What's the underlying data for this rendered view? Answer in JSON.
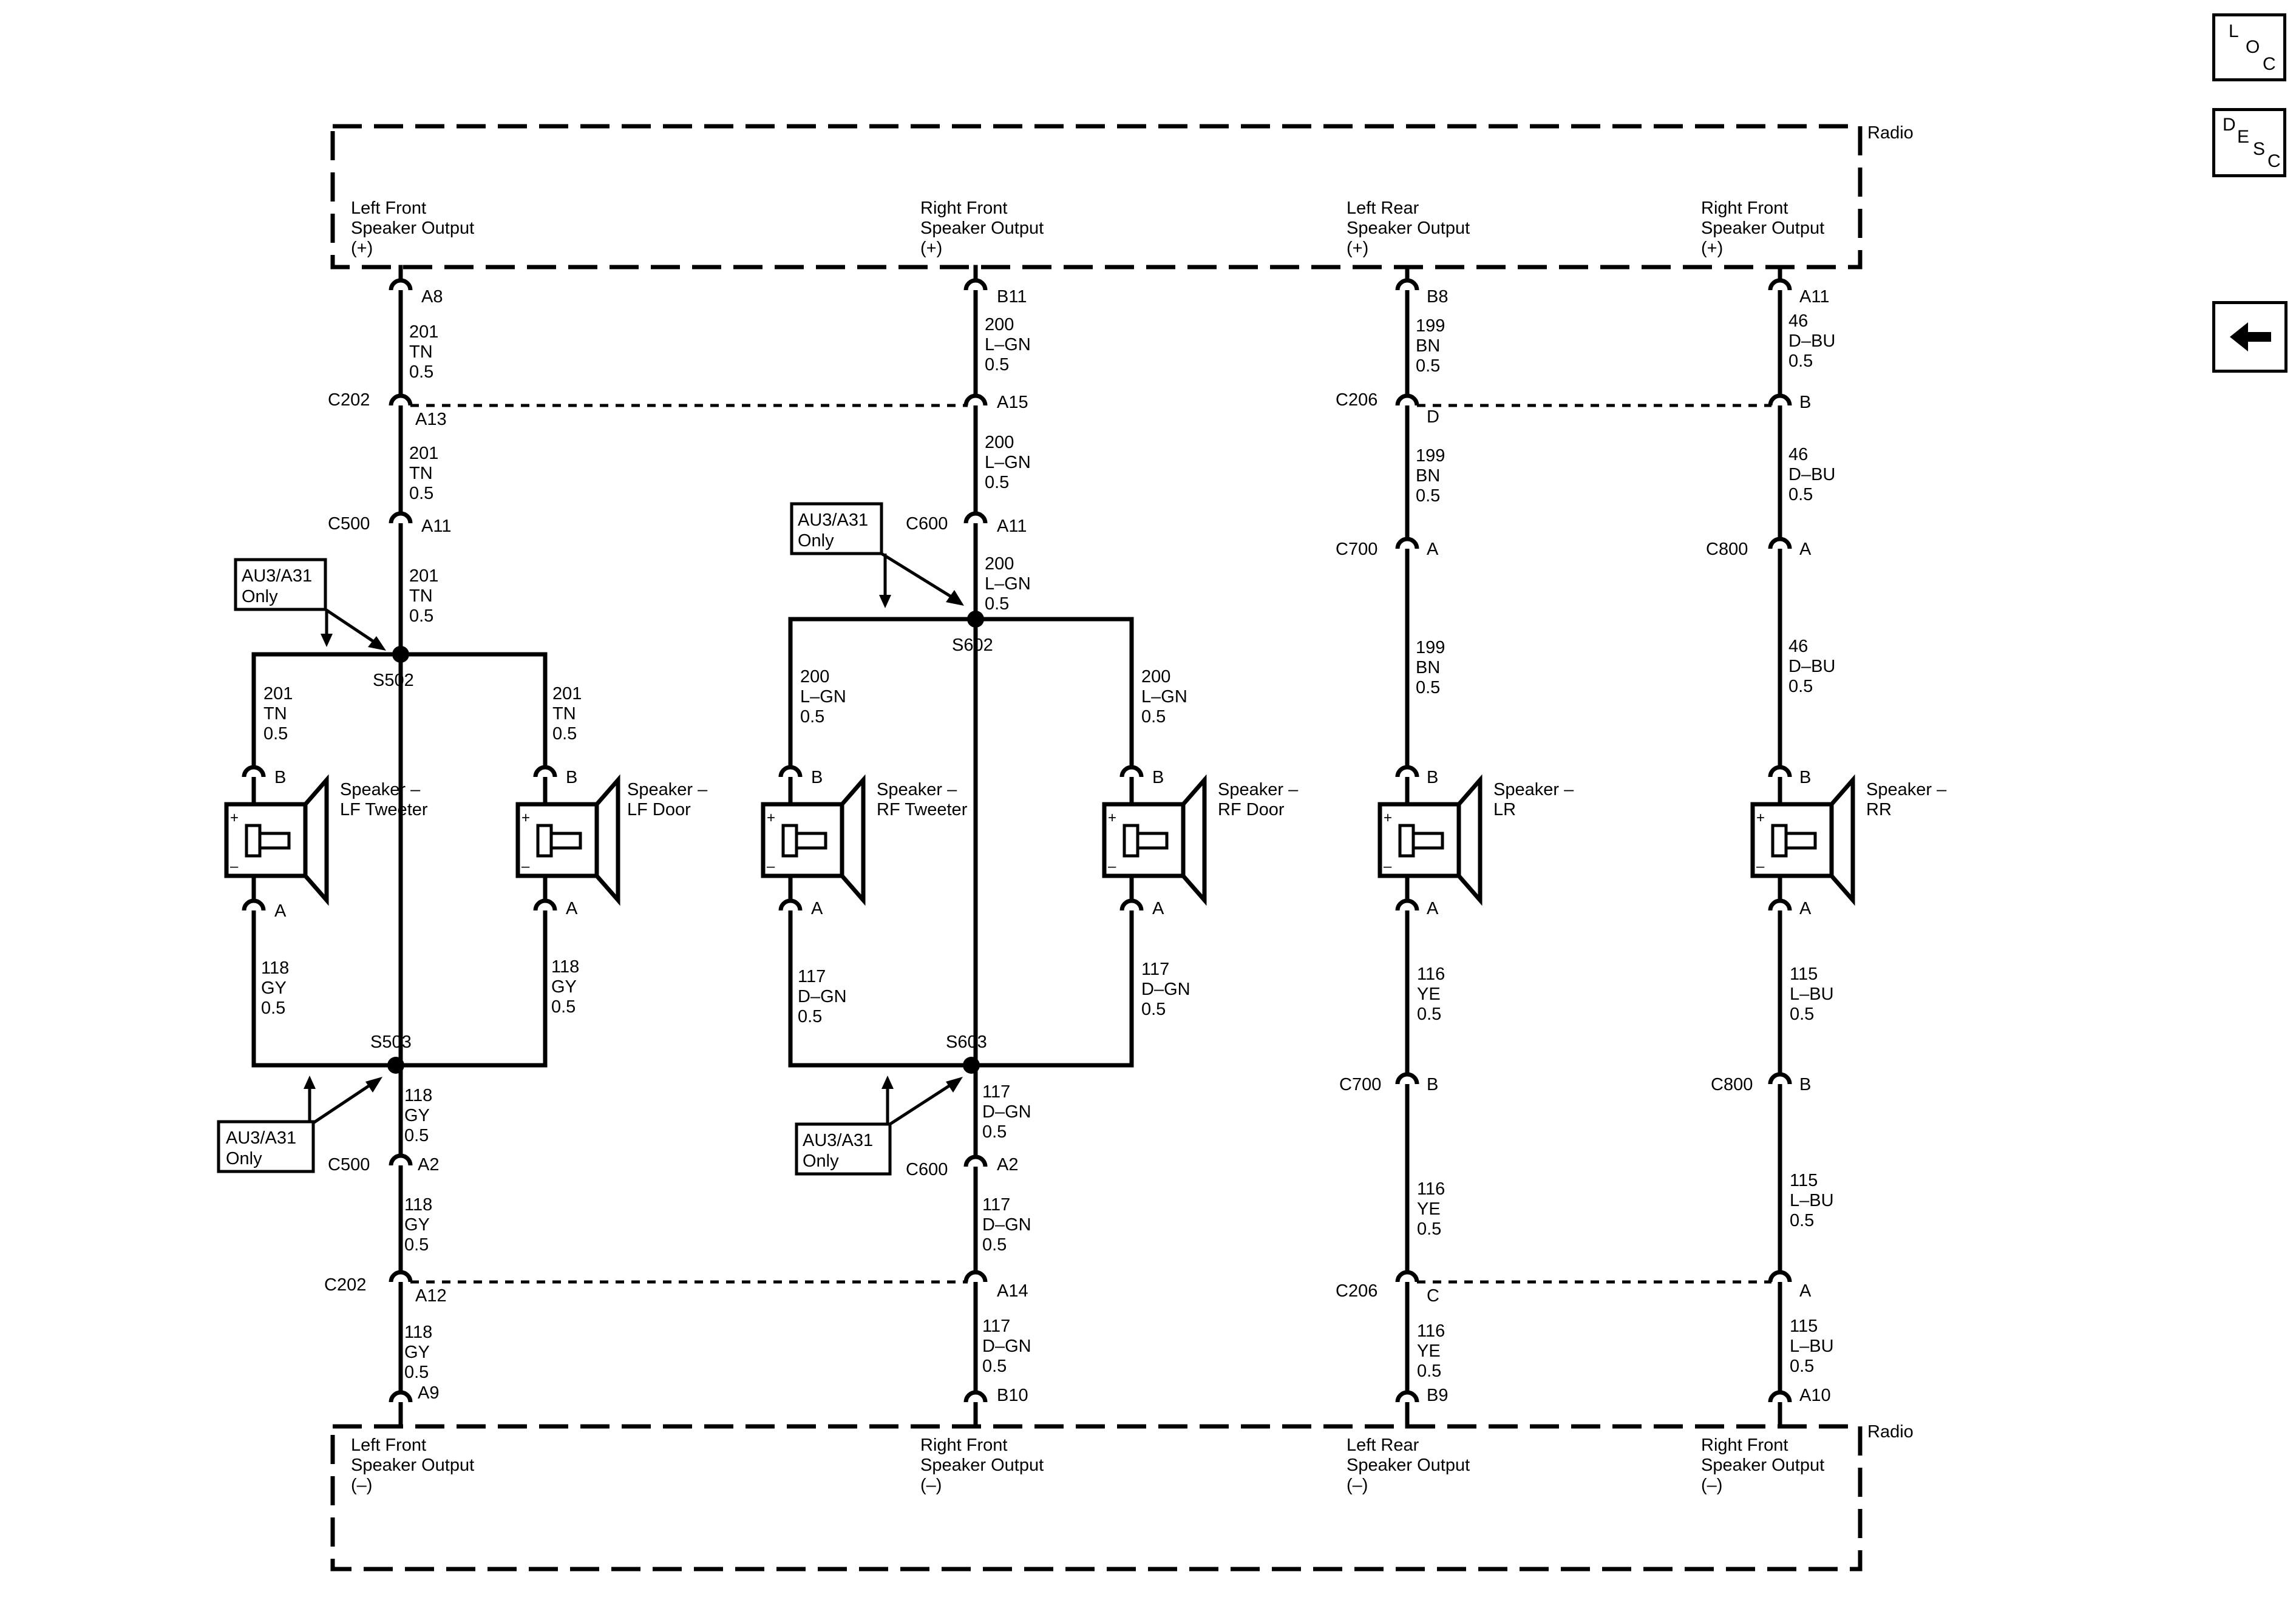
{
  "radio_label": "Radio",
  "nav": {
    "loc": [
      "L",
      "O",
      "C"
    ],
    "desc": [
      "D",
      "E",
      "S",
      "C"
    ],
    "back": "back-arrow-icon"
  },
  "outputs_top": [
    {
      "l1": "Left Front",
      "l2": "Speaker Output",
      "l3": "(+)"
    },
    {
      "l1": "Right Front",
      "l2": "Speaker Output",
      "l3": "(+)"
    },
    {
      "l1": "Left Rear",
      "l2": "Speaker Output",
      "l3": "(+)"
    },
    {
      "l1": "Right Front",
      "l2": "Speaker Output",
      "l3": "(+)"
    }
  ],
  "outputs_bottom": [
    {
      "l1": "Left Front",
      "l2": "Speaker Output",
      "l3": "(–)"
    },
    {
      "l1": "Right Front",
      "l2": "Speaker Output",
      "l3": "(–)"
    },
    {
      "l1": "Left Rear",
      "l2": "Speaker Output",
      "l3": "(–)"
    },
    {
      "l1": "Right Front",
      "l2": "Speaker Output",
      "l3": "(–)"
    }
  ],
  "pins": [
    "A8",
    "B11",
    "B8",
    "A11",
    "A13",
    "A15",
    "D",
    "B",
    "A11",
    "A11",
    "A",
    "A",
    "B",
    "B",
    "B",
    "B",
    "B",
    "B",
    "A",
    "A",
    "A",
    "A",
    "A",
    "A",
    "B",
    "B",
    "A2",
    "A2",
    "A12",
    "A14",
    "C",
    "A",
    "A9",
    "B10",
    "B9",
    "A10"
  ],
  "connectors": [
    "C202",
    "C206",
    "C500",
    "C600",
    "C700",
    "C800",
    "C700",
    "C800",
    "C500",
    "C600",
    "C202",
    "C206"
  ],
  "splices": [
    "S502",
    "S602",
    "S503",
    "S603"
  ],
  "notes": [
    [
      "AU3/A31",
      "Only"
    ],
    [
      "AU3/A31",
      "Only"
    ],
    [
      "AU3/A31",
      "Only"
    ],
    [
      "AU3/A31",
      "Only"
    ]
  ],
  "speakers": [
    [
      "Speaker –",
      "LF Tweeter"
    ],
    [
      "Speaker –",
      "LF Door"
    ],
    [
      "Speaker –",
      "RF Tweeter"
    ],
    [
      "Speaker –",
      "RF Door"
    ],
    [
      "Speaker –",
      "LR"
    ],
    [
      "Speaker –",
      "RR"
    ]
  ],
  "wires": [
    [
      "201",
      "TN",
      "0.5"
    ],
    [
      "201",
      "TN",
      "0.5"
    ],
    [
      "201",
      "TN",
      "0.5"
    ],
    [
      "201",
      "TN",
      "0.5"
    ],
    [
      "201",
      "TN",
      "0.5"
    ],
    [
      "200",
      "L–GN",
      "0.5"
    ],
    [
      "200",
      "L–GN",
      "0.5"
    ],
    [
      "200",
      "L–GN",
      "0.5"
    ],
    [
      "200",
      "L–GN",
      "0.5"
    ],
    [
      "200",
      "L–GN",
      "0.5"
    ],
    [
      "199",
      "BN",
      "0.5"
    ],
    [
      "199",
      "BN",
      "0.5"
    ],
    [
      "199",
      "BN",
      "0.5"
    ],
    [
      "46",
      "D–BU",
      "0.5"
    ],
    [
      "46",
      "D–BU",
      "0.5"
    ],
    [
      "46",
      "D–BU",
      "0.5"
    ],
    [
      "118",
      "GY",
      "0.5"
    ],
    [
      "118",
      "GY",
      "0.5"
    ],
    [
      "118",
      "GY",
      "0.5"
    ],
    [
      "118",
      "GY",
      "0.5"
    ],
    [
      "118",
      "GY",
      "0.5"
    ],
    [
      "117",
      "D–GN",
      "0.5"
    ],
    [
      "117",
      "D–GN",
      "0.5"
    ],
    [
      "117",
      "D–GN",
      "0.5"
    ],
    [
      "117",
      "D–GN",
      "0.5"
    ],
    [
      "117",
      "D–GN",
      "0.5"
    ],
    [
      "116",
      "YE",
      "0.5"
    ],
    [
      "116",
      "YE",
      "0.5"
    ],
    [
      "116",
      "YE",
      "0.5"
    ],
    [
      "115",
      "L–BU",
      "0.5"
    ],
    [
      "115",
      "L–BU",
      "0.5"
    ],
    [
      "115",
      "L–BU",
      "0.5"
    ]
  ]
}
